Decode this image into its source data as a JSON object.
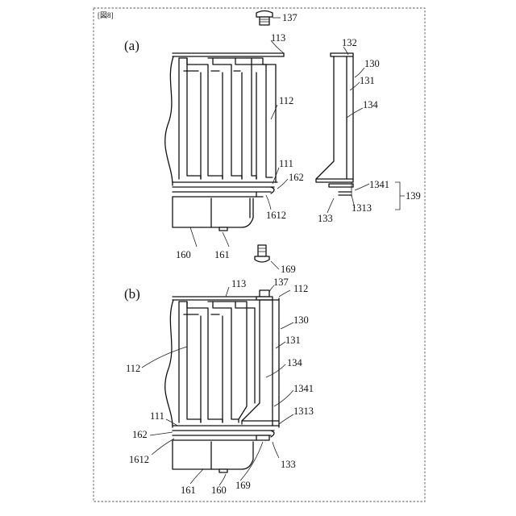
{
  "sheet_tag": "[図8]",
  "figure_a": {
    "label": "(a)",
    "numerals": {
      "n137": "137",
      "n113": "113",
      "n112": "112",
      "n111": "111",
      "n162": "162",
      "n1612": "1612",
      "n160": "160",
      "n161": "161",
      "n132": "132",
      "n130": "130",
      "n131": "131",
      "n134": "134",
      "n1341": "1341",
      "n1313": "1313",
      "n133": "133",
      "n139": "139",
      "n169": "169"
    }
  },
  "figure_b": {
    "label": "(b)",
    "numerals": {
      "n113": "113",
      "n137": "137",
      "n112top": "112",
      "n130": "130",
      "n131": "131",
      "n112": "112",
      "n134": "134",
      "n1341": "1341",
      "n111": "111",
      "n1313": "1313",
      "n162": "162",
      "n1612": "1612",
      "n133": "133",
      "n161": "161",
      "n160": "160",
      "n169": "169"
    }
  }
}
